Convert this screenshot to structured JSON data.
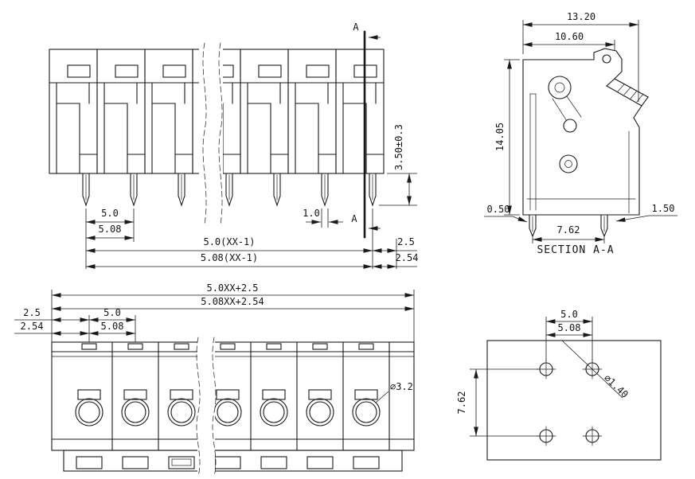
{
  "style": {
    "line_color": "#1a1a1a",
    "background": "#ffffff"
  },
  "front_view": {
    "section_marker": "A",
    "dims": {
      "pitch_mm": "5.0",
      "pitch_inch": "5.08",
      "pin_width": "1.0",
      "span_mm": "5.0(XX-1)",
      "span_inch": "5.08(XX-1)",
      "end_margin_mm": "2.5",
      "end_margin_inch": "2.54",
      "pin_length": "3.50±0.3"
    }
  },
  "section_view": {
    "caption": "SECTION A-A",
    "dims": {
      "overall_width": "13.20",
      "body_width": "10.60",
      "overall_height": "14.05",
      "pin_offset": "0.50",
      "pin_row_pitch": "7.62",
      "pin_edge_margin": "1.50"
    }
  },
  "top_view": {
    "dims": {
      "overall_mm": "5.0XX+2.5",
      "overall_inch": "5.08XX+2.54",
      "end_margin_mm": "2.5",
      "end_margin_inch": "2.54",
      "pitch_mm": "5.0",
      "pitch_inch": "5.08",
      "screw_hole_dia": "⌀3.2"
    }
  },
  "footprint_view": {
    "dims": {
      "pitch_mm": "5.0",
      "pitch_inch": "5.08",
      "row_pitch": "7.62",
      "drill_dia": "⌀1.40"
    }
  }
}
